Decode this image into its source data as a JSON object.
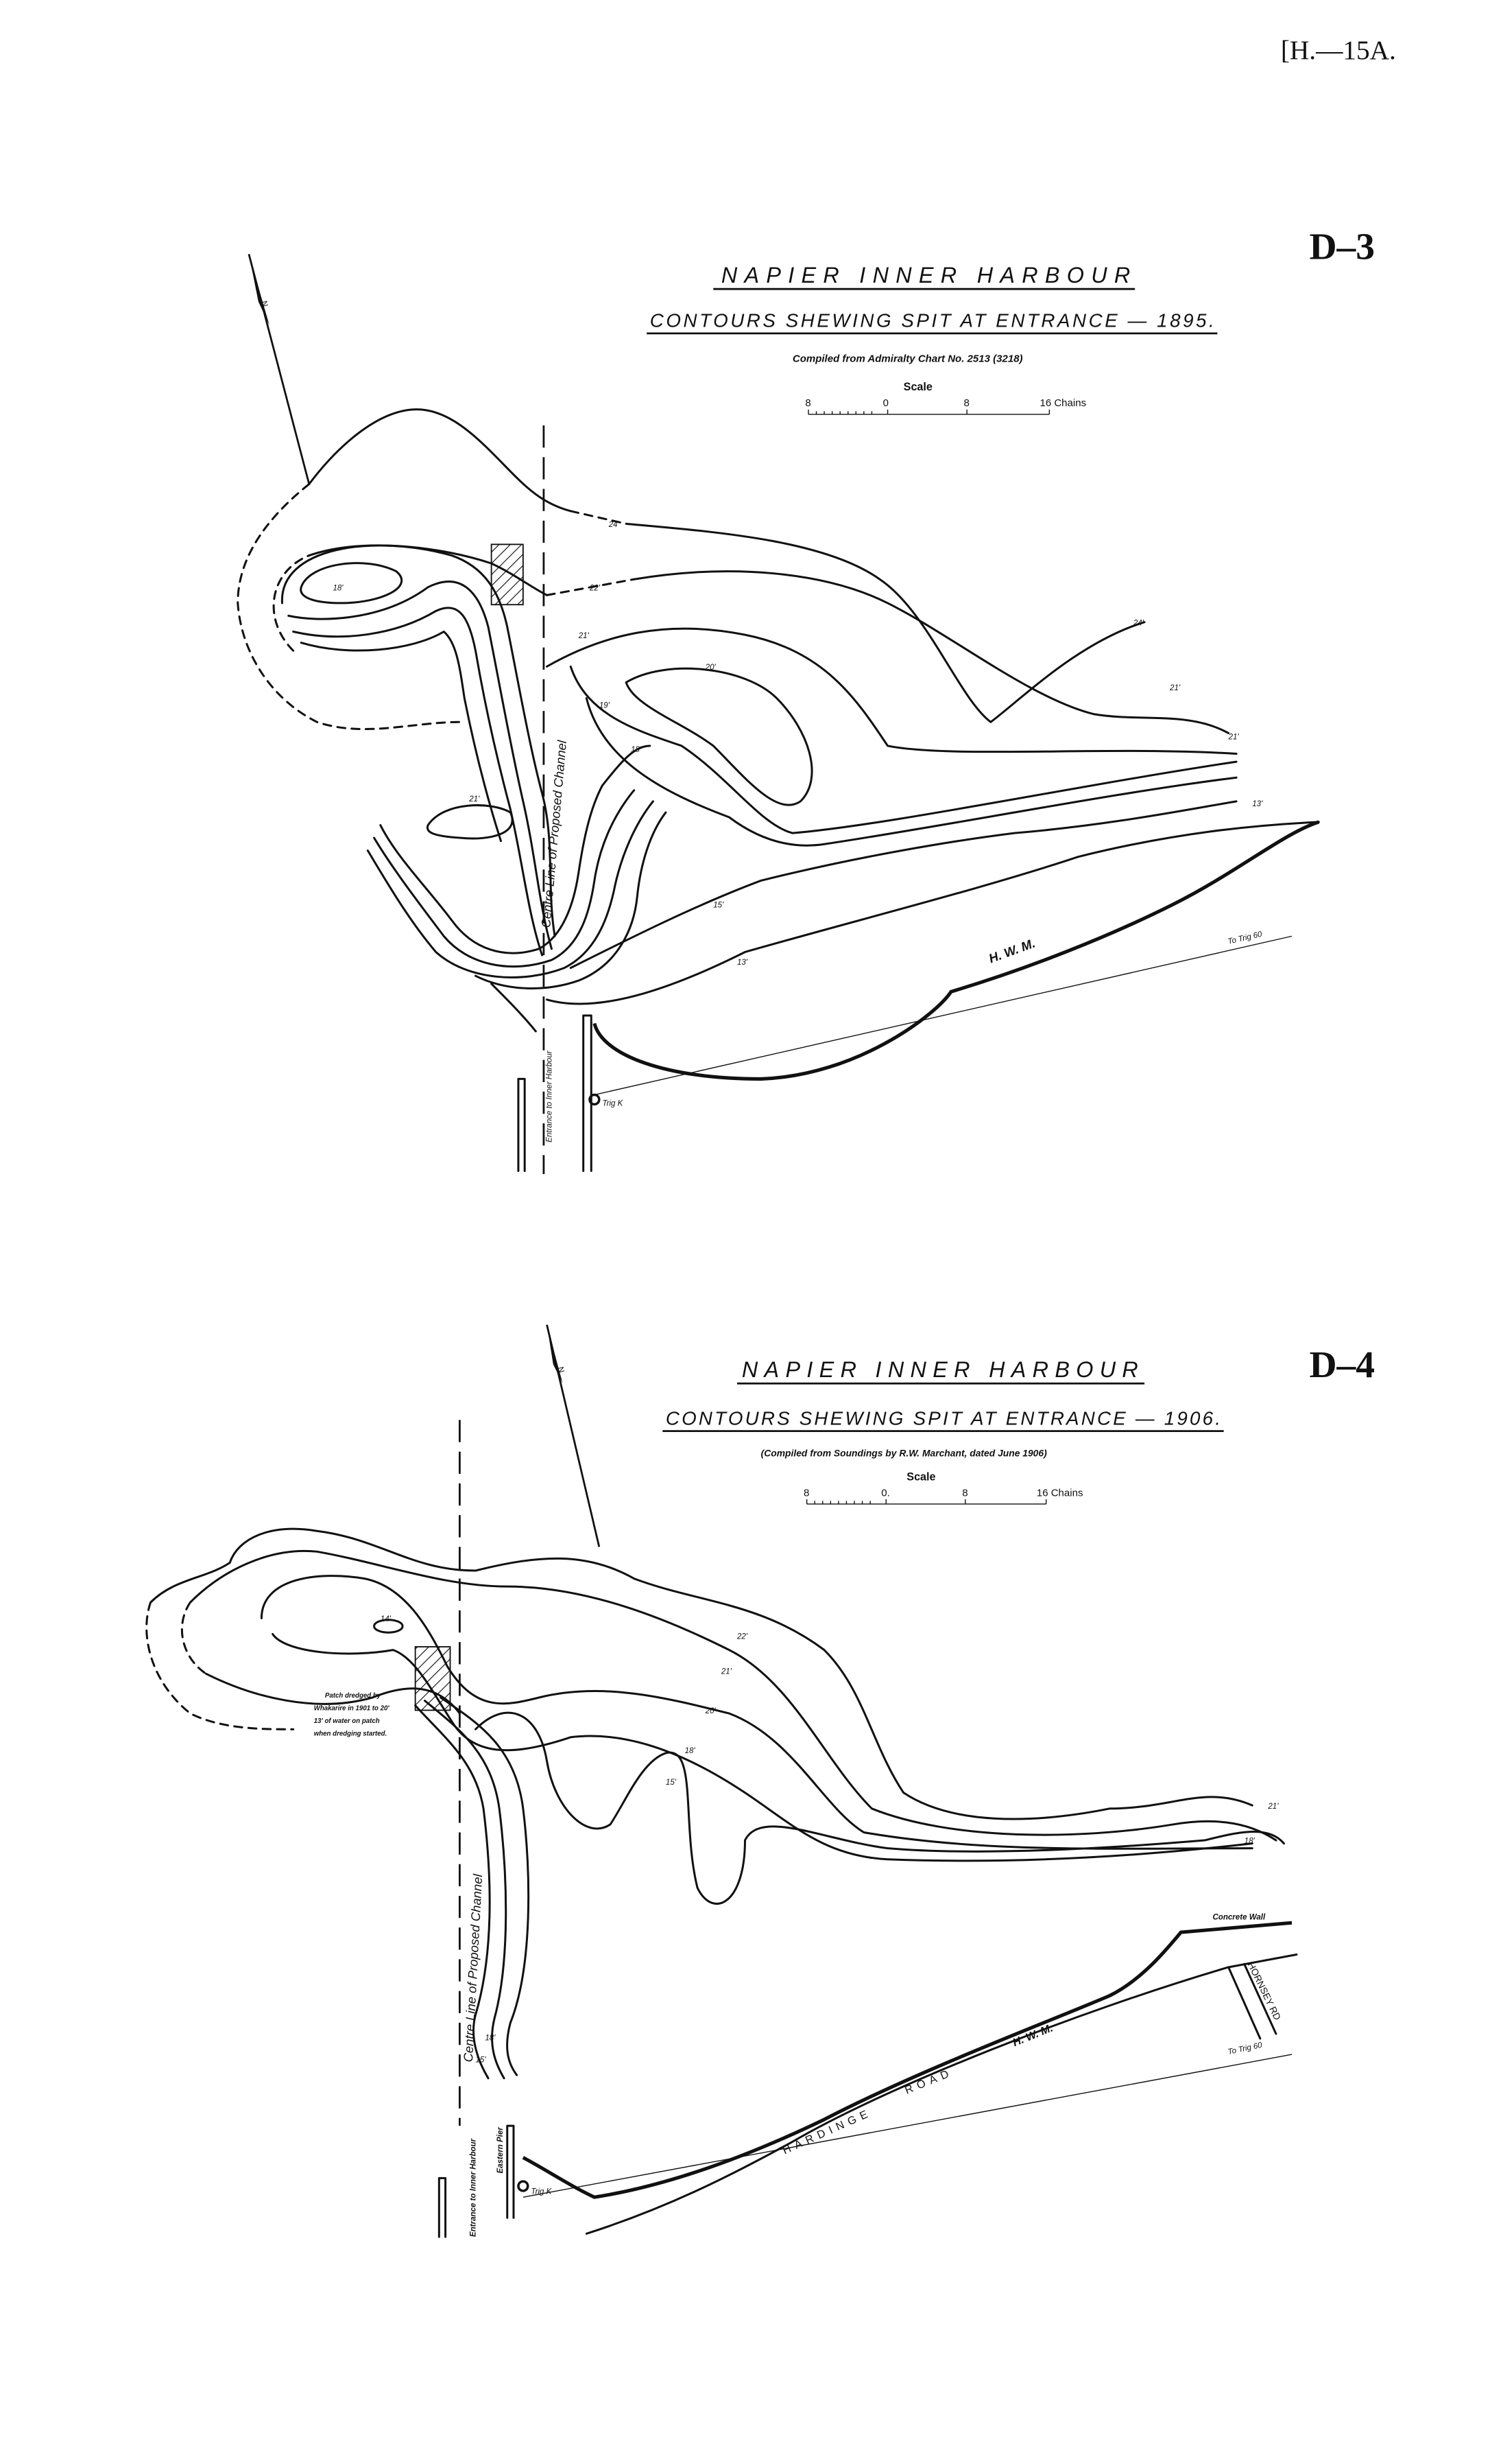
{
  "page_header": "[H.—15A.",
  "colors": {
    "ink": "#111111",
    "paper": "#ffffff"
  },
  "maps": [
    {
      "plate": "D–3",
      "title": "NAPIER INNER HARBOUR",
      "subtitle": "CONTOURS SHEWING SPIT AT ENTRANCE — 1895.",
      "source": "Compiled from Admiralty Chart No. 2513 (3218)",
      "scale": {
        "label": "Scale",
        "ticks": [
          "8",
          "0",
          "8",
          "16 Chains"
        ]
      },
      "north_label": "N",
      "labels": {
        "centre_line": "Centre Line of Proposed Channel",
        "entrance": "Entrance to Inner Harbour",
        "trig": "Trig K",
        "hwm": "H. W. M.",
        "to_trig": "To Trig 60"
      },
      "contour_labels": [
        "24'",
        "22'",
        "21'",
        "18'",
        "20'",
        "19'",
        "18'",
        "21'",
        "15'",
        "13'",
        "24'",
        "21'",
        "21'",
        "13'"
      ]
    },
    {
      "plate": "D–4",
      "title": "NAPIER INNER HARBOUR",
      "subtitle": "CONTOURS SHEWING SPIT AT ENTRANCE — 1906.",
      "source": "(Compiled from Soundings by R.W. Marchant, dated June 1906)",
      "scale": {
        "label": "Scale",
        "ticks": [
          "8",
          "0.",
          "8",
          "16 Chains"
        ]
      },
      "north_label": "N",
      "labels": {
        "centre_line": "Centre Line of Proposed Channel",
        "entrance": "Entrance to Inner Harbour",
        "pier": "Eastern Pier",
        "trig": "Trig K",
        "road_1": "HARDINGE",
        "road_2": "ROAD",
        "hwm": "H. W. M.",
        "concrete_wall": "Concrete Wall",
        "hornsey": "HORNSEY RD",
        "to_trig": "To Trig 60",
        "patch_note": [
          "Patch dredged by",
          "Whakarire in 1901 to 20'",
          "13' of water on patch",
          "when dredging started."
        ]
      },
      "contour_labels": [
        "22'",
        "21'",
        "20'",
        "18'",
        "15'",
        "14'",
        "15'",
        "18'",
        "21'",
        "18'"
      ]
    }
  ]
}
